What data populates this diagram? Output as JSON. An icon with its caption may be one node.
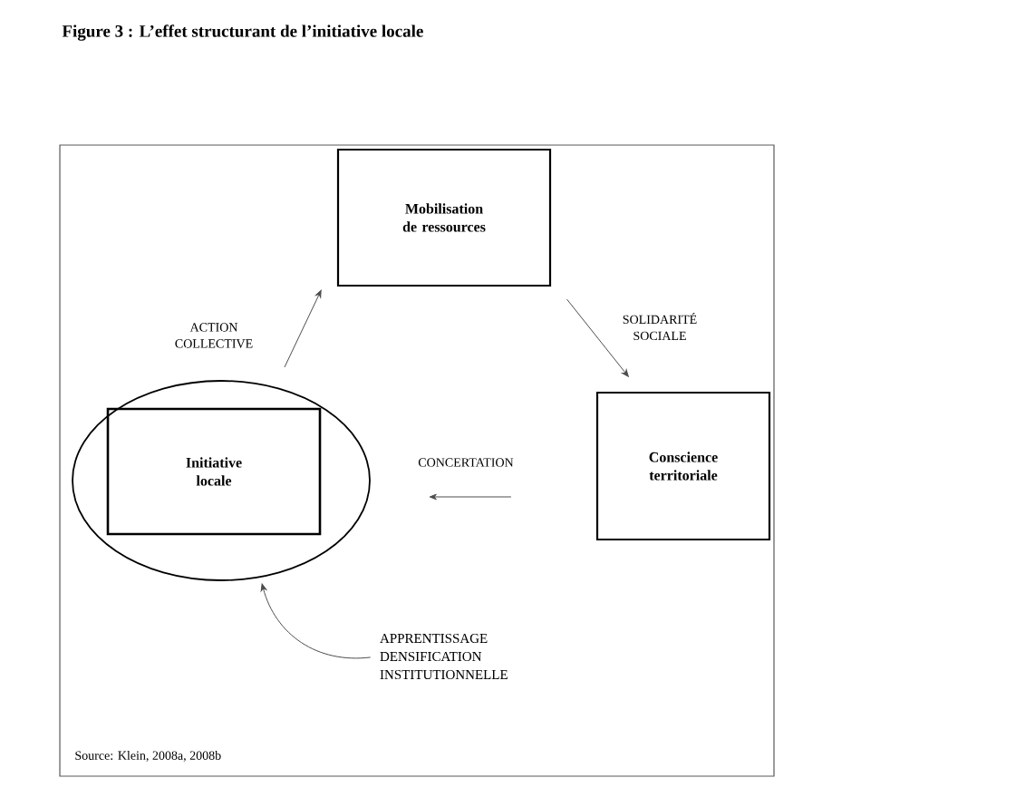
{
  "diagram": {
    "title": "Figure 3 : L’effet structurant de l’initiative locale",
    "nodes": [
      {
        "text": [],
        "shape": "circle"
      },
      {
        "text": [
          "Initiative locale"
        ],
        "in": 0
      },
      {
        "text": [
          "Mobilisation de ressources"
        ]
      },
      {
        "text": [
          "Conscience territoriale"
        ]
      },
      {
        "text": [
          "APPRENTISSAGE DENSIFICATION INSTITUTIONNELLE"
        ]
      }
    ],
    "edges": [
      {
        "from": 0,
        "to": 2,
        "arrow": "to",
        "label": "ACTION COLLECTIVE"
      },
      {
        "from": 2,
        "to": 3,
        "arrow": "to",
        "label": "SOLIDARITÉ SOCIALE"
      },
      {
        "from": 3,
        "to": 0,
        "arrow": "to",
        "label": "CONCERTATION"
      },
      {
        "from": 4,
        "to": 0,
        "arrow": "to"
      }
    ],
    "labels": [
      "Source: Klein, 2008a, 2008b"
    ]
  }
}
